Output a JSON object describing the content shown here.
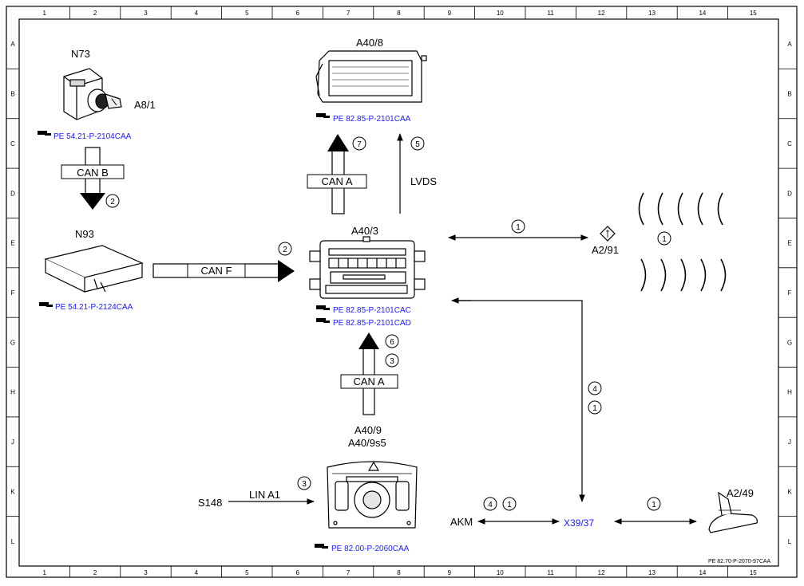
{
  "col_numbers": [
    "1",
    "2",
    "3",
    "4",
    "5",
    "6",
    "7",
    "8",
    "9",
    "10",
    "11",
    "12",
    "13",
    "14",
    "15"
  ],
  "row_letters": [
    "A",
    "B",
    "C",
    "D",
    "E",
    "F",
    "G",
    "H",
    "J",
    "K",
    "L"
  ],
  "components": {
    "n73": "N73",
    "a8_1": "A8/1",
    "n93": "N93",
    "a40_8": "A40/8",
    "a40_3": "A40/3",
    "a40_9": "A40/9",
    "a40_9s5": "A40/9s5",
    "a2_91": "A2/91",
    "a2_49": "A2/49",
    "s148": "S148",
    "akm": "AKM",
    "x39_37": "X39/37"
  },
  "references": {
    "n73_ref": "PE 54.21-P-2104CAA",
    "n93_ref": "PE 54.21-P-2124CAA",
    "a40_8_ref": "PE 82.85-P-2101CAA",
    "a40_3_ref1": "PE 82.85-P-2101CAC",
    "a40_3_ref2": "PE 82.85-P-2101CAD",
    "a40_9_ref": "PE 82.00-P-2060CAA"
  },
  "buses": {
    "can_b": "CAN B",
    "can_f": "CAN F",
    "can_a_top": "CAN A",
    "can_a_bottom": "CAN A",
    "lvds": "LVDS",
    "lin_a1": "LIN A1"
  },
  "markers": {
    "m_canb": "2",
    "m_canf": "2",
    "m_cana_top": "7",
    "m_lvds": "5",
    "m_a2_91_link": "1",
    "m_waves": "1",
    "m_cana_b1": "6",
    "m_cana_b2": "3",
    "m_x39_1": "4",
    "m_x39_2": "1",
    "m_lin": "3",
    "m_akm_1": "4",
    "m_akm_2": "1",
    "m_a2_49": "1"
  },
  "doc_ref": "PE 82.70-P-2070-97CAA"
}
